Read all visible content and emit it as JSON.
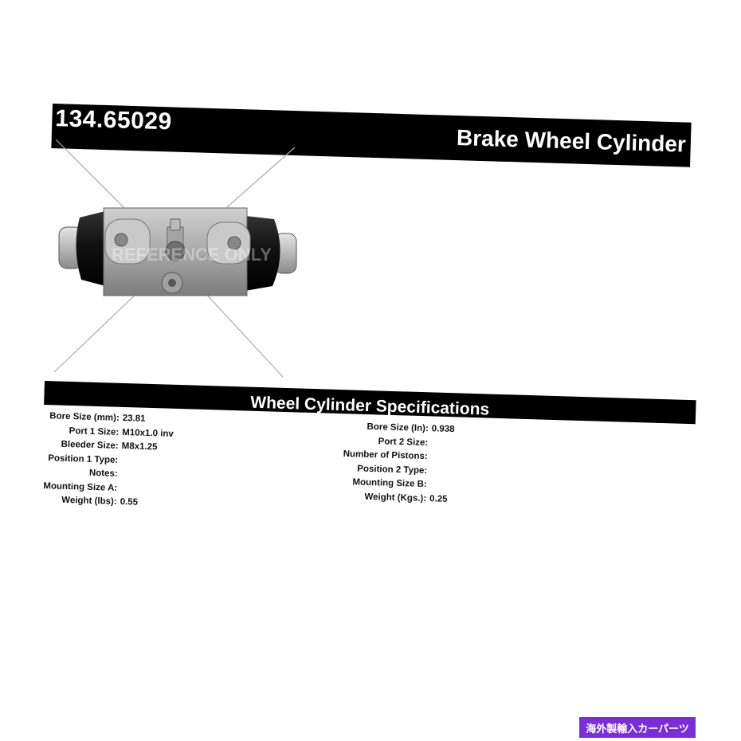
{
  "header": {
    "part_number": "134.65029",
    "product_type": "Brake Wheel Cylinder"
  },
  "illustration": {
    "watermark": "REFERENCE ONLY",
    "icon": "wheel-cylinder-icon"
  },
  "specs": {
    "title": "Wheel Cylinder Specifications",
    "left": [
      {
        "label": "Bore Size (mm):",
        "value": "23.81"
      },
      {
        "label": "Port 1 Size:",
        "value": "M10x1.0 inv"
      },
      {
        "label": "Bleeder Size:",
        "value": "M8x1.25"
      },
      {
        "label": "Position 1 Type:",
        "value": ""
      },
      {
        "label": "Notes:",
        "value": ""
      },
      {
        "label": "Mounting Size A:",
        "value": ""
      },
      {
        "label": "Weight (lbs):",
        "value": "0.55"
      }
    ],
    "right": [
      {
        "label": "Bore Size (In):",
        "value": "0.938"
      },
      {
        "label": "Port 2 Size:",
        "value": ""
      },
      {
        "label": "Number of Pistons:",
        "value": ""
      },
      {
        "label": "Position 2 Type:",
        "value": ""
      },
      {
        "label": "Mounting Size B:",
        "value": ""
      },
      {
        "label": "Weight (Kgs.):",
        "value": "0.25"
      }
    ]
  },
  "badge": {
    "text": "海外製輸入カーパーツ",
    "color": "#7a2fd6"
  }
}
